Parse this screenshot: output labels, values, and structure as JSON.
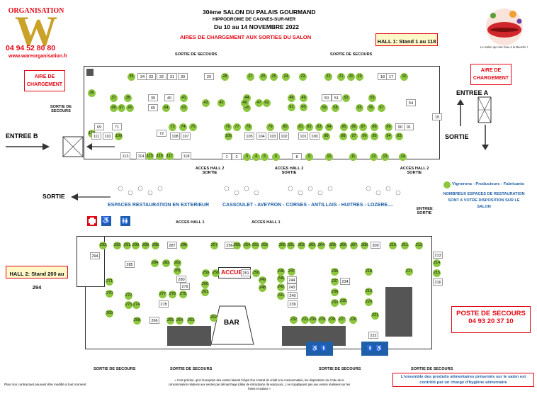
{
  "logo": {
    "brand": "ORGANISATION",
    "phone": "04 94 52 80 80",
    "url": "www.wareorganisation.fr",
    "letter": "W"
  },
  "header": {
    "line1": "30ème SALON DU PALAIS GOURMAND",
    "line2": "HIPPODROME DE CAGNES-SUR-MER",
    "line3": "Du 10 au 14 NOVEMBRE 2022",
    "subtitle": "AIRES DE CHARGEMENT AUX SORTIES DU SALON"
  },
  "badges": {
    "hall1": "HALL 1: Stand 1 au 118",
    "hall2": "HALL 2: Stand 200 au 294",
    "aire_left": "AIRE DE CHARGEMENT",
    "aire_right": "AIRE DE CHARGEMENT",
    "first_aid_title": "POSTE DE SECOURS",
    "first_aid_phone": "04 93 20 37 10"
  },
  "labels": {
    "sortie_secours": "SORTIE DE SECOURS",
    "entree_a": "ENTREE A",
    "entree_b": "ENTREE B",
    "sortie": "SORTIE",
    "acces_hall2": "ACCES HALL 2 SORTIE",
    "acces_hall1": "ACCES HALL 1",
    "entree_sortie": "ENTREE SORTIE",
    "accueil": "ACCUEIL",
    "bar": "BAR",
    "espaces_ext": "ESPACES RESTAURATION EN EXTERIEUR",
    "cassoulet": "CASSOULET - AVEYRON - CORSES - ANTILLAIS - HUITRES - LOZERE....",
    "legend_vignerons": "Vignerons - Producteurs - Fabricants",
    "legend_restau": "NOMBREUX ESPACES DE RESTAURATION SONT A VOTRE DISPOSITION SUR LE SALON",
    "disclaimer": "Plan non contractuel pouvant être modifié à tout moment",
    "footnote": "« Il est précisé, qu'à l'exception des ventes faisant l'objet d'un contrat de crédit à la consommation, les dispositions du Code de la consommation relatives aux ventes par démarchage (délai de rétractation de sept jours,..) ne s'appliquent pas aux ventes réalisées sur les foires et salons »",
    "hygiene": "L'ensemble des produits alimentaires présentés sur le salon est contrôlé par un chargé d'hygiène alimentaire",
    "wc": "WC",
    "badge_bouche": "Le Salon qui met l'eau à la Bouche !"
  },
  "colors": {
    "green": "#8dc63f",
    "red": "#e30613",
    "blue": "#1f5fa8",
    "dark": "#333333"
  }
}
